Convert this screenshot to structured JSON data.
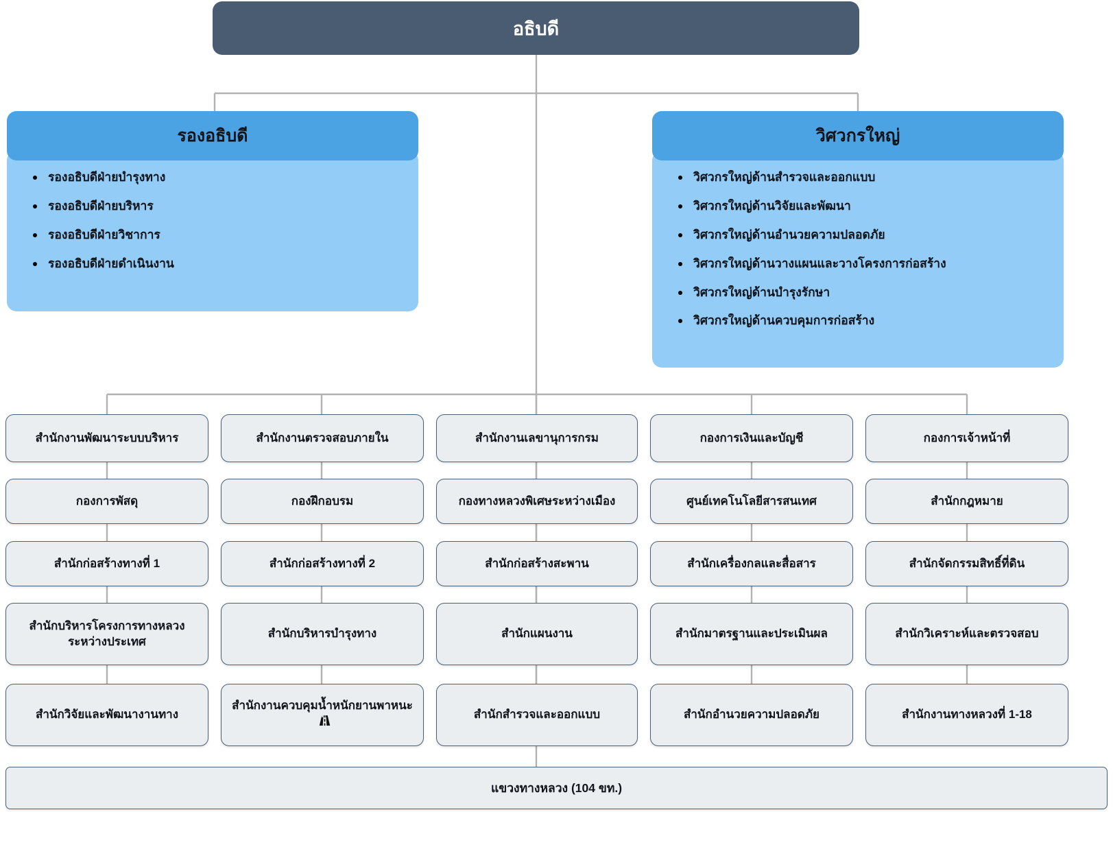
{
  "chart": {
    "title_box": {
      "label": "อธิบดี"
    },
    "panels": [
      {
        "id": "deputy",
        "header": "รองอธิบดี",
        "items": [
          "รองอธิบดีฝ่ายบำรุงทาง",
          "รองอธิบดีฝ่ายบริหาร",
          "รองอธิบดีฝ่ายวิชาการ",
          "รองอธิบดีฝ่ายดำเนินงาน"
        ]
      },
      {
        "id": "chief-engineer",
        "header": "วิศวกรใหญ่",
        "items": [
          "วิศวกรใหญ่ด้านสำรวจและออกแบบ",
          "วิศวกรใหญ่ด้านวิจัยและพัฒนา",
          "วิศวกรใหญ่ด้านอำนวยความปลอดภัย",
          "วิศวกรใหญ่ด้านวางแผนและวางโครงการก่อสร้าง",
          "วิศวกรใหญ่ด้านบำรุงรักษา",
          "วิศวกรใหญ่ด้านควบคุมการก่อสร้าง"
        ]
      }
    ],
    "grid_rows": [
      [
        "สำนักงานพัฒนาระบบบริหาร",
        "สำนักงานตรวจสอบภายใน",
        "สำนักงานเลขานุการกรม",
        "กองการเงินและบัญชี",
        "กองการเจ้าหน้าที่"
      ],
      [
        "กองการพัสดุ",
        "กองฝึกอบรม",
        "กองทางหลวงพิเศษระหว่างเมือง",
        "ศูนย์เทคโนโลยีสารสนเทศ",
        "สำนักกฎหมาย"
      ],
      [
        "สำนักก่อสร้างทางที่ 1",
        "สำนักก่อสร้างทางที่ 2",
        "สำนักก่อสร้างสะพาน",
        "สำนักเครื่องกลและสื่อสาร",
        "สำนักจัดกรรมสิทธิ์ที่ดิน"
      ],
      [
        "สำนักบริหารโครงการทางหลวงระหว่างประเทศ",
        "สำนักบริหารบำรุงทาง",
        "สำนักแผนงาน",
        "สำนักมาตรฐานและประเมินผล",
        "สำนักวิเคราะห์และตรวจสอบ"
      ],
      [
        "สำนักวิจัยและพัฒนางานทาง",
        "สำนักงานควบคุมน้ำหนักยานพาหนะ",
        "สำนักสำรวจและออกแบบ",
        "สำนักอำนวยความปลอดภัย",
        "สำนักงานทางหลวงที่ 1-18"
      ]
    ],
    "weight_control_icon": "road-icon",
    "bottom_bar": {
      "label": "แขวงทางหลวง (104 ขท.)"
    },
    "colors": {
      "top_box_bg": "#495c72",
      "panel_header_bg": "#4ba3e3",
      "panel_body_bg": "#93cdf7",
      "cell_bg": "#eaeef1",
      "cell_border": "#4b5f75",
      "connector": "#b2b2b2",
      "text_dark": "#11151b",
      "text_light": "#ffffff"
    }
  }
}
